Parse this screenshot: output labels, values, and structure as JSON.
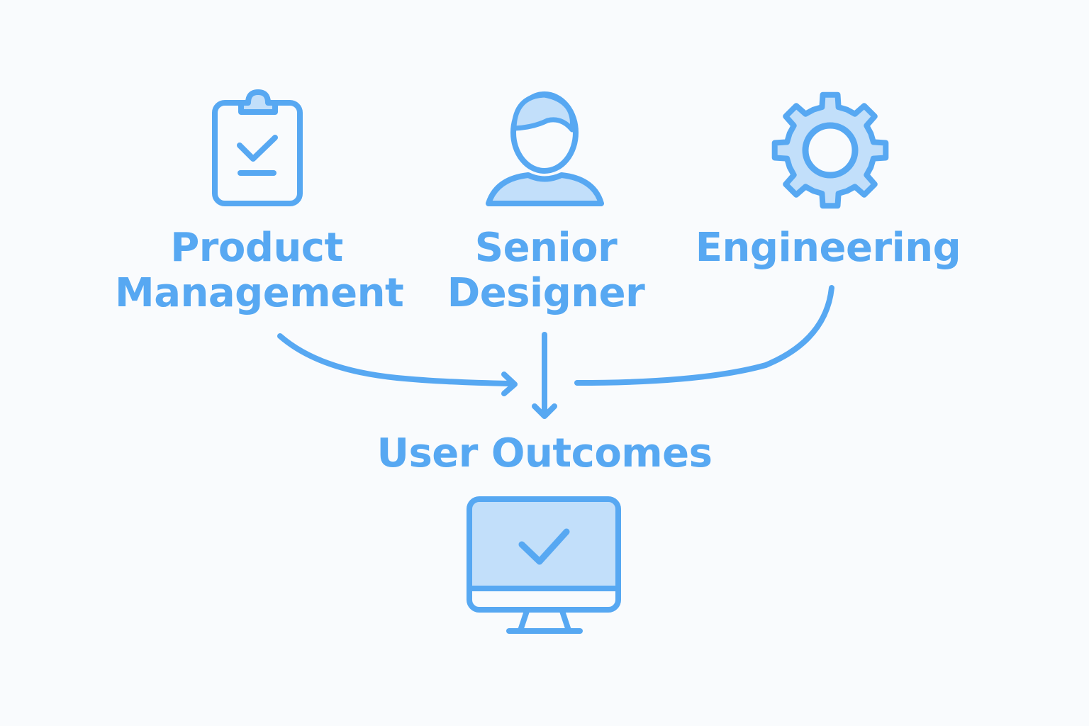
{
  "colors": {
    "stroke": "#57a8f2",
    "fill_light": "#c2dffa",
    "background": "#f9fbfd"
  },
  "nodes": {
    "product_management": {
      "icon": "clipboard-check-icon",
      "label_line1": "Product",
      "label_line2": "Management"
    },
    "senior_designer": {
      "icon": "person-icon",
      "label_line1": "Senior",
      "label_line2": "Designer"
    },
    "engineering": {
      "icon": "gear-icon",
      "label_line1": "Engineering"
    },
    "user_outcomes": {
      "icon": "monitor-check-icon",
      "label_line1": "User Outcomes"
    }
  },
  "edges": [
    {
      "from": "product_management",
      "to": "user_outcomes"
    },
    {
      "from": "senior_designer",
      "to": "user_outcomes"
    },
    {
      "from": "engineering",
      "to": "user_outcomes"
    }
  ]
}
